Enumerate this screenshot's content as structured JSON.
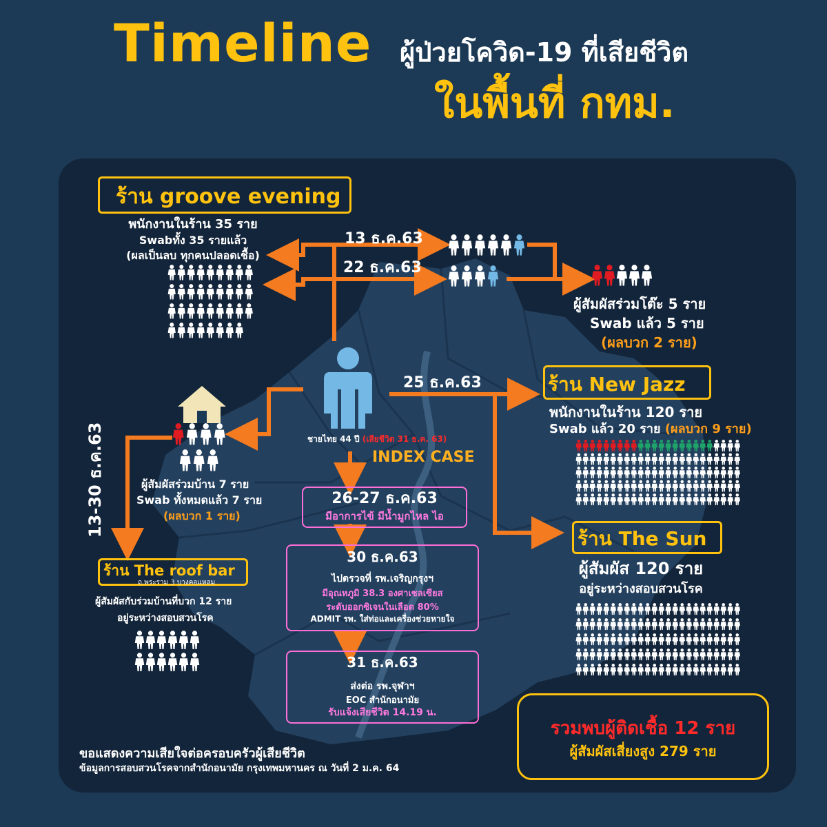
{
  "header": {
    "title_en": "Timeline",
    "title_th1": "ผู้ป่วยโควิด-19 ที่เสียชีวิต",
    "title_th2": "ในพื้นที่ กทม."
  },
  "groove": {
    "title": "ร้าน groove evening",
    "line1": "พนักงานในร้าน 35 ราย",
    "line2": "Swabทั้ง 35 รายแล้ว",
    "line3": "(ผลเป็นลบ ทุกคนปลอดเชื้อ)"
  },
  "dates": {
    "d13": "13 ธ.ค.63",
    "d22": "22 ธ.ค.63",
    "d25": "25 ธ.ค.63",
    "vertical": "13-30 ธ.ค.63"
  },
  "table_contacts": {
    "line1": "ผู้สัมผัสร่วมโต๊ะ 5 ราย",
    "line2": "Swab แล้ว 5 ราย",
    "line3": "(ผลบวก 2 ราย)"
  },
  "index_case": {
    "desc": "ชายไทย 44 ปี",
    "died": "(เสียชีวิต 31 ธ.ค. 63)",
    "label": "INDEX CASE"
  },
  "home": {
    "line1": "ผู้สัมผัสร่วมบ้าน 7 ราย",
    "line2": "Swab ทั้งหมดแล้ว 7 ราย",
    "line3": "(ผลบวก 1 ราย)"
  },
  "roofbar": {
    "title": "ร้าน The roof bar",
    "sub": "ถ.พระราม 3 บางคอแหลม",
    "line1": "ผู้สัมผัสกับร่วมบ้านที่บวก 12 ราย",
    "line2": "อยู่ระหว่างสอบสวนโรค"
  },
  "newjazz": {
    "title": "ร้าน New Jazz",
    "line1": "พนักงานในร้าน 120 ราย",
    "line2": "Swab แล้ว 20 ราย",
    "line2b": "(ผลบวก 9 ราย)"
  },
  "thesun": {
    "title": "ร้าน The Sun",
    "line1": "ผู้สัมผัส 120 ราย",
    "line2": "อยู่ระหว่างสอบสวนโรค"
  },
  "timeline": {
    "step1_date": "26-27 ธ.ค.63",
    "step1_text": "มีอาการไข้ มีน้ำมูกไหล ไอ",
    "step2_date": "30 ธ.ค.63",
    "step2_l1": "ไปตรวจที่ รพ.เจริญกรุงฯ",
    "step2_l2": "มีอุณหภูมิ 38.3 องศาเซลเซียส",
    "step2_l3": "ระดับออกซิเจนในเลือด 80%",
    "step2_l4": "ADMIT รพ. ใส่ท่อและเครื่องช่วยหายใจ",
    "step3_date": "31 ธ.ค.63",
    "step3_l1": "ส่งต่อ รพ.จุฬาฯ",
    "step3_l2": "EOC สำนักอนามัย",
    "step3_l3": "รับแจ้งเสียชีวิต 14.19 น."
  },
  "summary": {
    "line1": "รวมพบผู้ติดเชื้อ 12 ราย",
    "line2": "ผู้สัมผัสเสี่ยงสูง 279 ราย"
  },
  "footer": {
    "line1": "ขอแสดงความเสียใจต่อครอบครัวผู้เสียชีวิต",
    "line2": "ข้อมูลการสอบสวนโรคจากสำนักอนามัย กรุงเทพมหานคร ณ วันที่ 2 ม.ค. 64"
  },
  "people_counts": {
    "groove": 35,
    "table_positive": 2,
    "table_total": 5,
    "home_positive": 1,
    "home_total": 7,
    "roofbar": 12,
    "newjazz_positive": 9,
    "newjazz_swabbed": 20,
    "thesun": 120
  },
  "colors": {
    "background": "#1c3a55",
    "panel": "#13253a",
    "accent": "#ffc20e",
    "arrow": "#f47b20",
    "positive": "#e11b22",
    "negative_swab": "#1fa36a",
    "pink": "#ff6fd8"
  }
}
